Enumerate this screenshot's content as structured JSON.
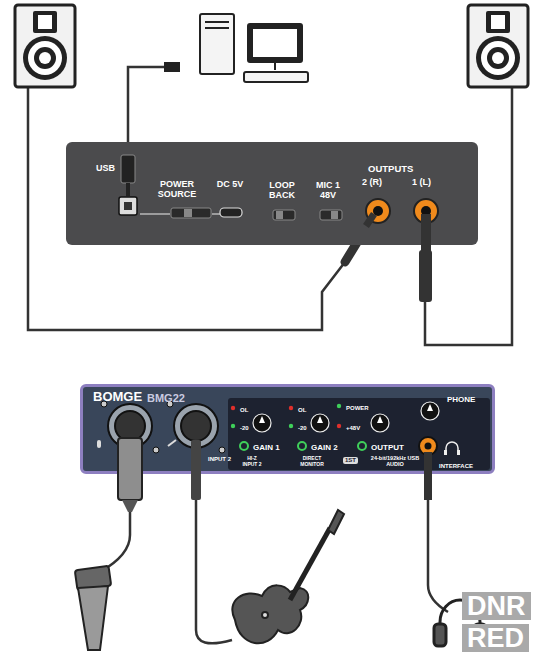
{
  "diagram": {
    "nodes": [
      {
        "text": [
          "USB",
          "POWER SOURCE",
          "DC 5V",
          "LOOP BACK",
          "MIC 1 48V",
          "OUTPUTS",
          "2 (R)",
          "1 (L)"
        ]
      },
      {
        "text": [
          "BOMGE",
          "BMG22",
          "OL",
          "-20",
          "GAIN 1",
          "OL",
          "-20",
          "GAIN 2",
          "POWER",
          "+48V",
          "OUTPUT",
          "PHONE",
          "HI-Z INPUT 2",
          "DIRECT MONITOR",
          "1ST",
          "24-bit/192kHz USB AUDIO",
          "INTERFACE",
          "INPUT 2"
        ]
      }
    ],
    "edges": [],
    "labels": [
      "DNR",
      "RED"
    ]
  }
}
